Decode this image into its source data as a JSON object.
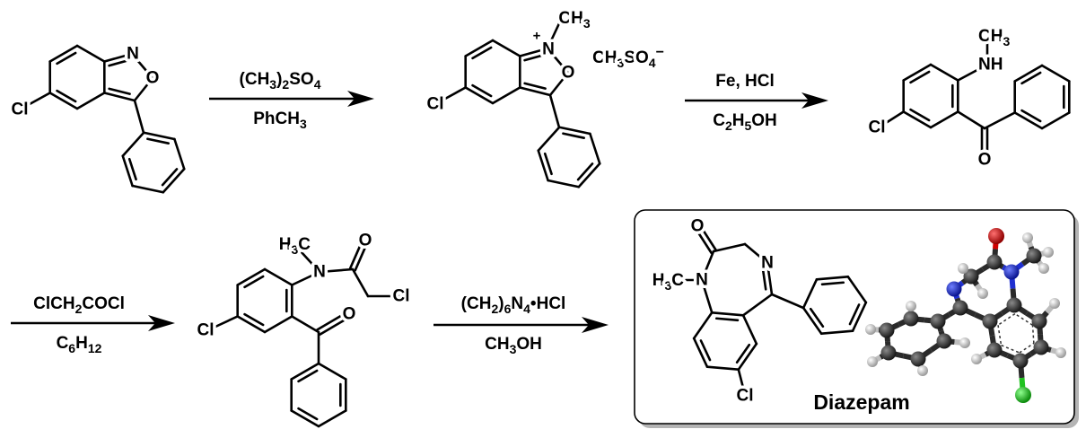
{
  "reactions": [
    {
      "reagent_top": "(CH3)2SO4",
      "reagent_bottom": "PhCH3"
    },
    {
      "reagent_top": "Fe, HCl",
      "reagent_bottom": "C2H5OH"
    },
    {
      "reagent_top": "ClCH2COCl",
      "reagent_bottom": "C6H12"
    },
    {
      "reagent_top": "(CH2)6N4•HCl",
      "reagent_bottom": "CH3OH"
    }
  ],
  "compound1": {
    "N": "N",
    "O": "O",
    "Cl": "Cl"
  },
  "compound2": {
    "N": "N",
    "charge": "+",
    "methyl": "CH3",
    "O": "O",
    "Cl": "Cl",
    "counterion": "CH3SO4−"
  },
  "compound3": {
    "NH": "NH",
    "methyl": "CH3",
    "O": "O",
    "Cl": "Cl"
  },
  "compound4": {
    "methyl": "H3C",
    "N": "N",
    "O_amide": "O",
    "Cl_chain": "Cl",
    "O_ketone": "O",
    "Cl_ring": "Cl"
  },
  "product": {
    "name": "Diazepam",
    "methyl": "H3C",
    "N1": "N",
    "N4": "N",
    "O": "O",
    "Cl": "Cl"
  },
  "colors": {
    "carbon": "#2a2a2a",
    "hydrogen": "#e8e8e8",
    "nitrogen": "#1f2fd0",
    "oxygen": "#d00000",
    "chlorine": "#1fc21f",
    "box_shadow": "#b4b4b4"
  }
}
